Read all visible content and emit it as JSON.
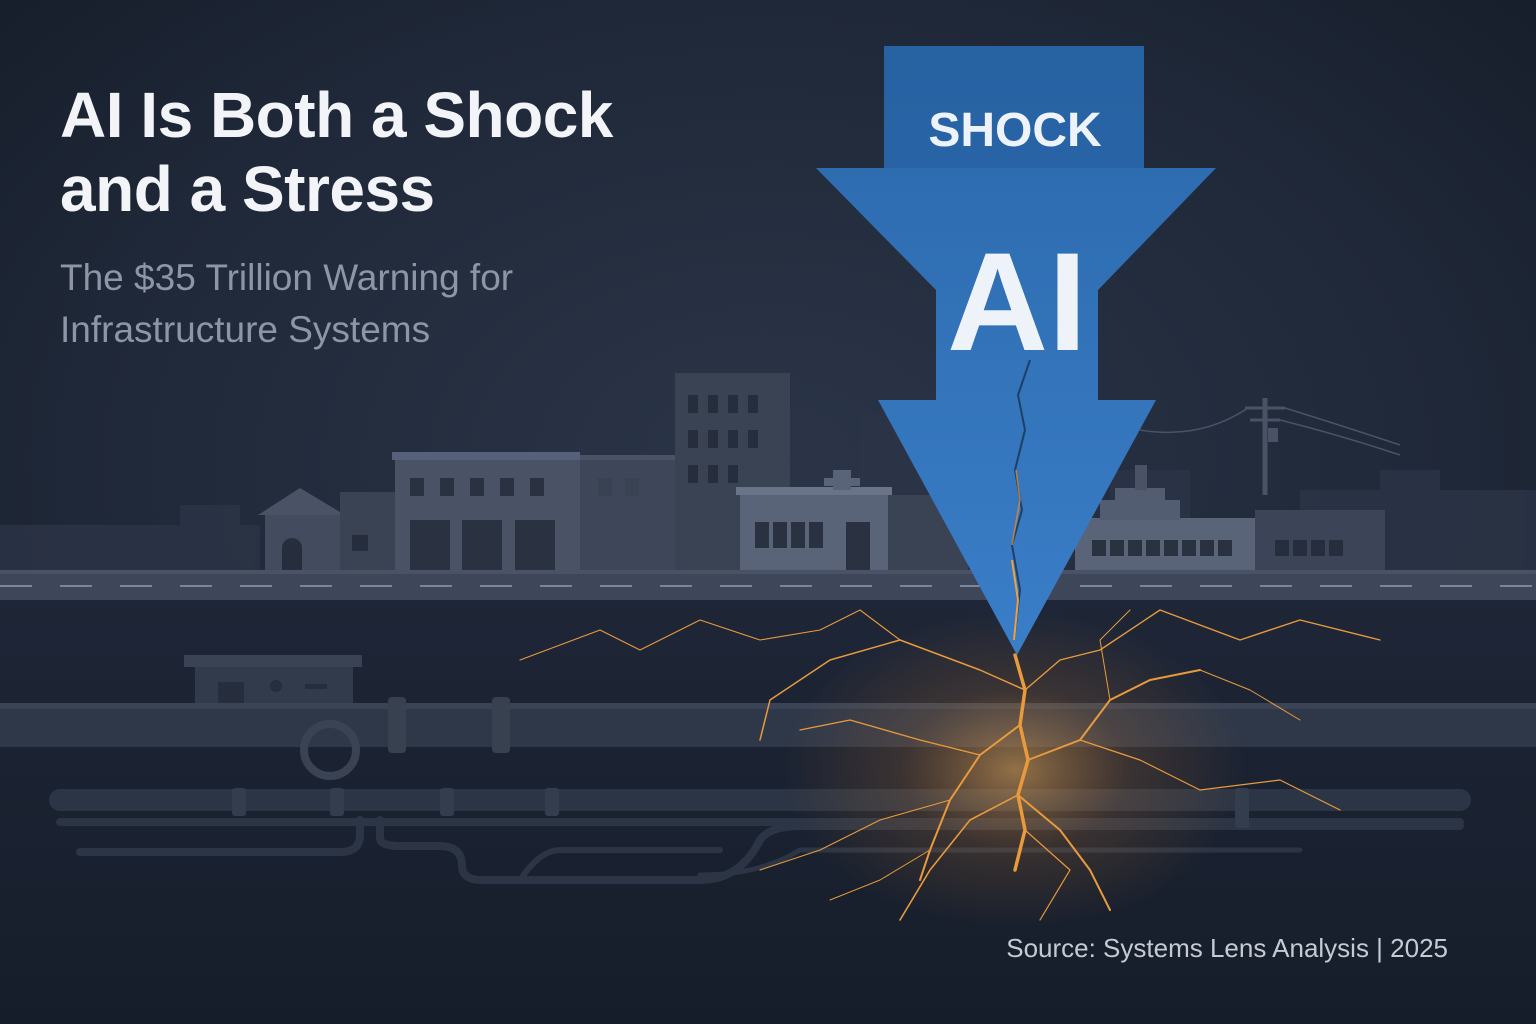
{
  "title": {
    "line1": "AI Is Both a Shock",
    "line2": "and a Stress"
  },
  "subtitle": {
    "line1": "The $35 Trillion Warning for",
    "line2": "Infrastructure Systems"
  },
  "arrow": {
    "shock_label": "SHOCK",
    "ai_label": "AI"
  },
  "source": "Source: Systems Lens Analysis | 2025",
  "colors": {
    "background": "#1b2333",
    "arrow_blue": "#2f6fb5",
    "crack_orange": "#e89a3c",
    "title_text": "#f2f4f7",
    "subtitle_text": "#8c96a6"
  }
}
